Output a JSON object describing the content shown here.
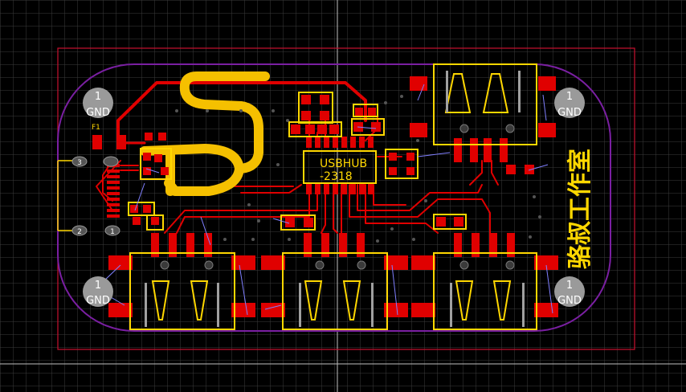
{
  "view": {
    "background": "#000000",
    "grid_color": "#4a4a4a",
    "board_outline_color": "#c8102e",
    "keepout_color": "#7a1fa2",
    "copper_color": "#e00000",
    "silkscreen_color": "#ffd700",
    "ratsnest_color": "#8080ff",
    "crosshair_color": "#bfbfbf"
  },
  "board": {
    "title_silk": "USBHUB",
    "subtitle_silk": "-2318",
    "studio_silk": "骆叔工作室",
    "fuse_designator": "F1"
  },
  "mounting_holes": [
    {
      "number": "1",
      "net": "GND"
    },
    {
      "number": "1",
      "net": "GND"
    },
    {
      "number": "1",
      "net": "GND"
    },
    {
      "number": "1",
      "net": "GND"
    }
  ],
  "connector_pins": [
    "3",
    "1",
    "2"
  ]
}
